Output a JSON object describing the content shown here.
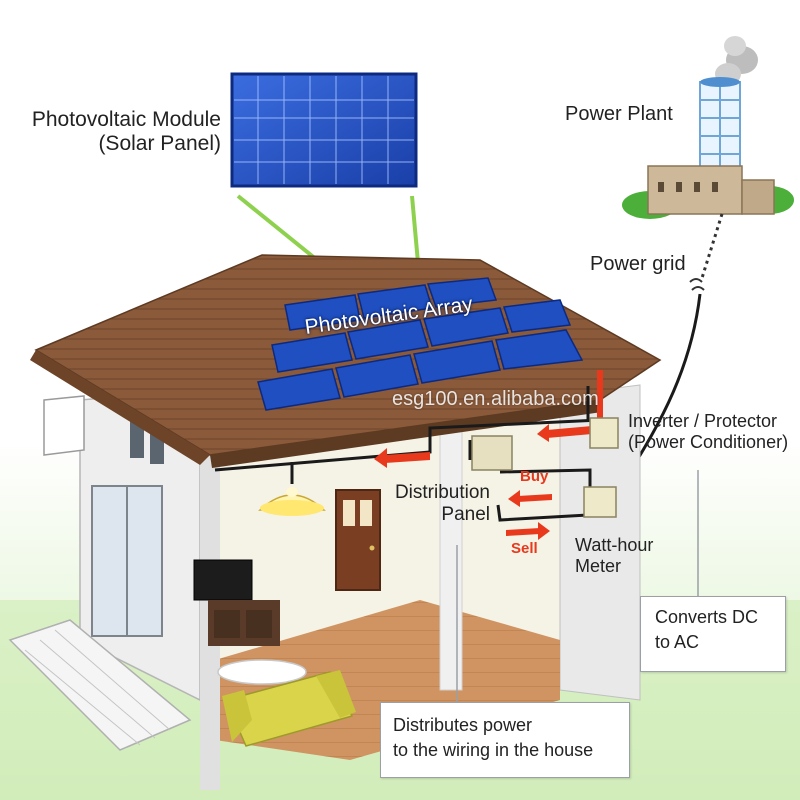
{
  "labels": {
    "module_line1": "Photovoltaic Module",
    "module_line2": "(Solar Panel)",
    "array": "Photovoltaic Array",
    "power_plant": "Power Plant",
    "power_grid": "Power grid",
    "inverter_line1": "Inverter / Protector",
    "inverter_line2": "(Power Conditioner)",
    "distribution_line1": "Distribution",
    "distribution_line2": "Panel",
    "buy": "Buy",
    "sell": "Sell",
    "watt_line1": "Watt-hour",
    "watt_line2": "Meter",
    "converts_line1": "Converts DC",
    "converts_line2": "to AC",
    "distributes_line1": "Distributes power",
    "distributes_line2": "to the wiring in the house"
  },
  "watermark": "esg100.en.alibaba.com",
  "colors": {
    "solar_panel": "#1f4fc0",
    "roof": "#8a5a3a",
    "walls": "#f5f2e6",
    "floor": "#c98a55",
    "wire": "#1a1a1a",
    "arrow": "#e8391d",
    "grass": "#8fcf5a",
    "connector": "#8ed14f"
  },
  "icons": [
    "solar-panel-icon",
    "power-plant-icon",
    "house-icon",
    "lamp-icon",
    "tv-icon",
    "sofa-icon",
    "door-icon"
  ]
}
